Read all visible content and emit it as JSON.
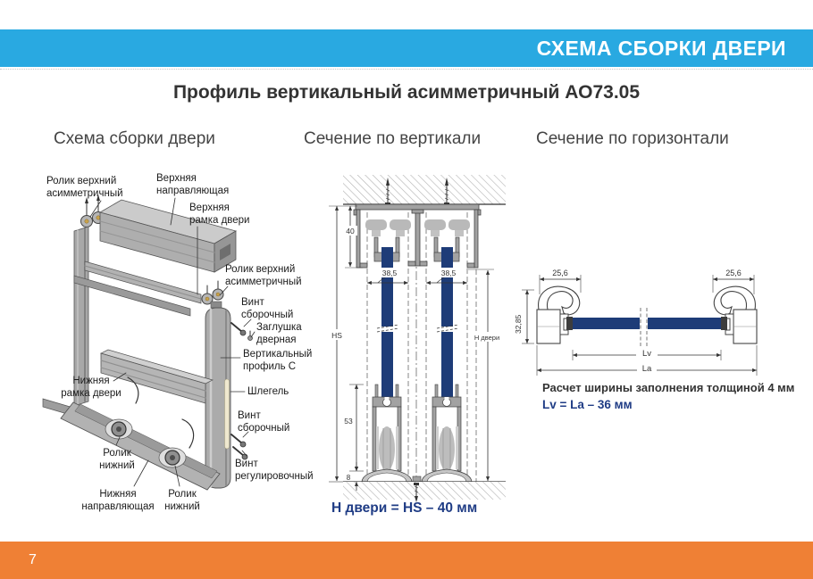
{
  "header": {
    "title": "СХЕМА СБОРКИ ДВЕРИ"
  },
  "page_title": "Профиль вертикальный асимметричный АО73.05",
  "footer": {
    "page_number": "7"
  },
  "colors": {
    "header_blue": "#29A9E1",
    "footer_orange": "#EF8035",
    "formula_navy": "#1F3C85",
    "panel_navy": "#1E3C78",
    "profile_gray": "#ABABAB"
  },
  "assembly": {
    "heading": "Схема сборки двери",
    "labels": [
      {
        "l1": "Ролик верхний",
        "l2": "асимметричный"
      },
      {
        "l1": "Верхняя",
        "l2": "направляющая"
      },
      {
        "l1": "Верхняя",
        "l2": "рамка двери"
      },
      {
        "l1": "Ролик верхний",
        "l2": "асимметричный"
      },
      {
        "l1": "Винт",
        "l2": "сборочный"
      },
      {
        "l1": "Заглушка",
        "l2": "дверная"
      },
      {
        "l1": "Вертикальный",
        "l2": "профиль С"
      },
      {
        "l1": "Шлегель"
      },
      {
        "l1": "Винт",
        "l2": "сборочный"
      },
      {
        "l1": "Винт",
        "l2": "регулировочный"
      },
      {
        "l1": "Нижняя",
        "l2": "рамка двери"
      },
      {
        "l1": "Ролик",
        "l2": "нижний"
      },
      {
        "l1": "Нижняя",
        "l2": "направляющая"
      },
      {
        "l1": "Ролик",
        "l2": "нижний"
      }
    ]
  },
  "vertical_section": {
    "heading": "Сечение по вертикали",
    "dims": {
      "top_offset": "40",
      "hs": "HS",
      "door_height": "Н двери",
      "panel_left": "38,5",
      "panel_right": "38,5",
      "bottom_profile": "53",
      "track_height": "8"
    },
    "formula": "Н двери = HS – 40 мм"
  },
  "horizontal_section": {
    "heading": "Сечение по горизонтали",
    "dims": {
      "left": "25,6",
      "right": "25,6",
      "height": "32,85",
      "lv": "Lv",
      "la": "La"
    },
    "note": "Расчет ширины заполнения толщиной 4 мм",
    "formula": "Lv = La – 36 мм"
  }
}
